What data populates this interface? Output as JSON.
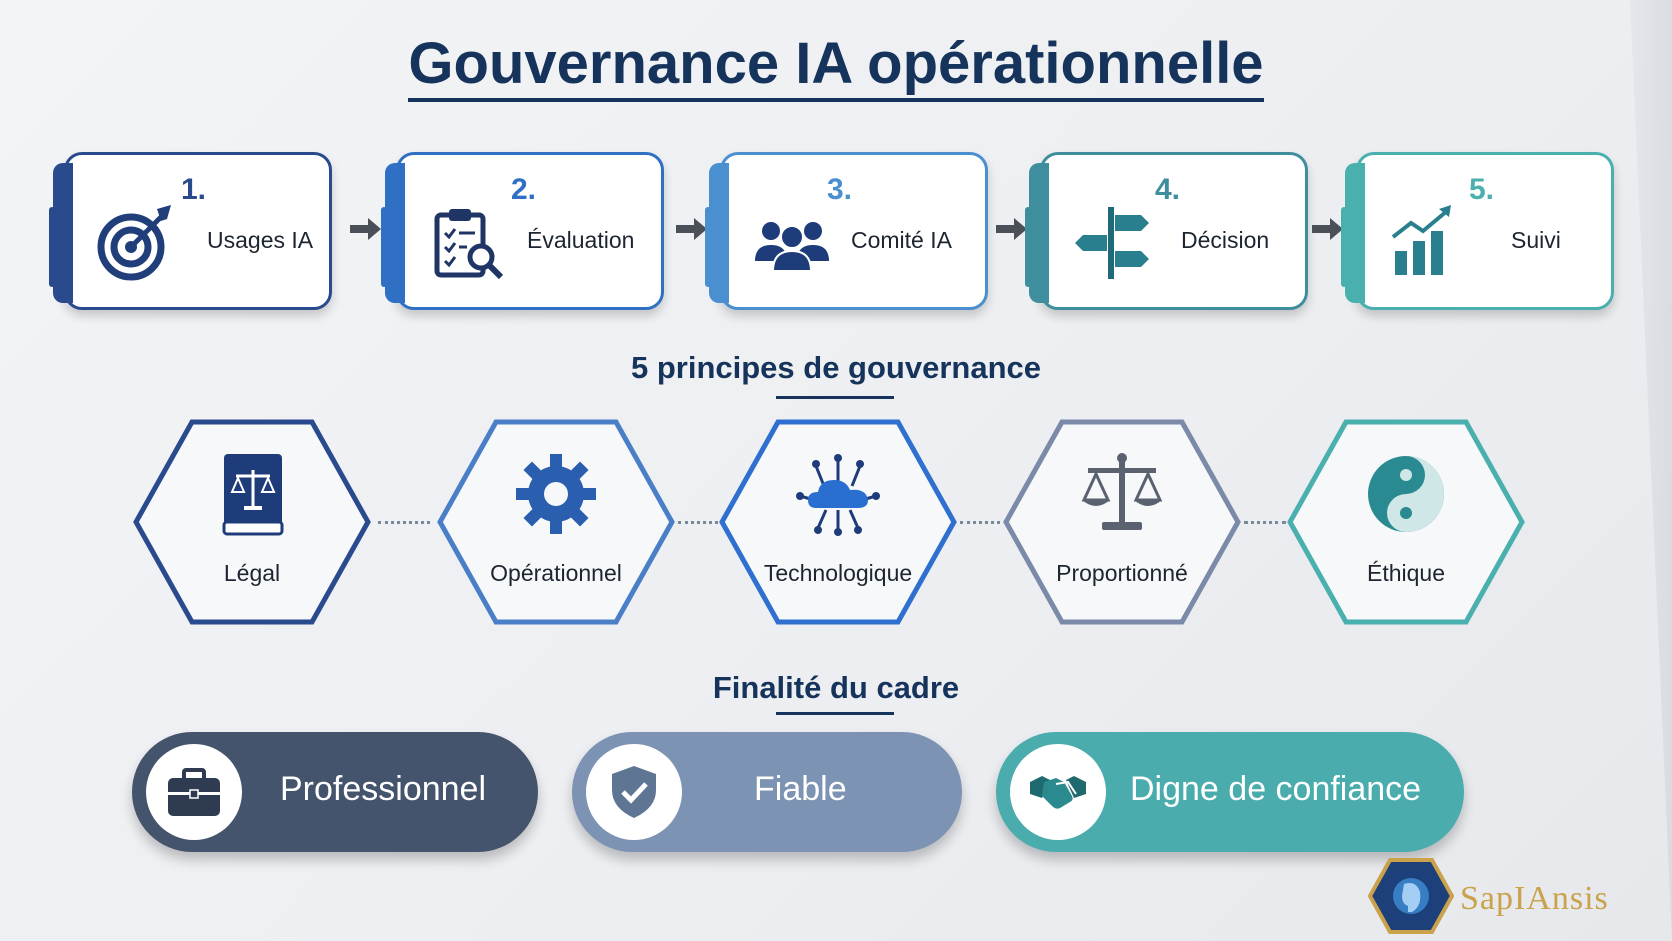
{
  "title": "Gouvernance IA opérationnelle",
  "steps": [
    {
      "number": "1.",
      "label": "Usages IA",
      "icon": "target-icon",
      "color": "#2a4a8e"
    },
    {
      "number": "2.",
      "label": "Évaluation",
      "icon": "clipboard-search-icon",
      "color": "#2f6fc4"
    },
    {
      "number": "3.",
      "label": "Comité IA",
      "icon": "group-icon",
      "color": "#4a8fd0"
    },
    {
      "number": "4.",
      "label": "Décision",
      "icon": "signpost-icon",
      "color": "#3f8e9e"
    },
    {
      "number": "5.",
      "label": "Suivi",
      "icon": "growth-chart-icon",
      "color": "#4ab0ae"
    }
  ],
  "principles_title": "5 principes de gouvernance",
  "principles": [
    {
      "label": "Légal",
      "icon": "law-book-icon",
      "color": "#2a4a8e"
    },
    {
      "label": "Opérationnel",
      "icon": "gear-icon",
      "color": "#4a7fc8"
    },
    {
      "label": "Technologique",
      "icon": "cloud-network-icon",
      "color": "#2f6fd0"
    },
    {
      "label": "Proportionné",
      "icon": "scales-icon",
      "color": "#7a8aa8"
    },
    {
      "label": "Éthique",
      "icon": "yin-yang-icon",
      "color": "#4ab0ae"
    }
  ],
  "purpose_title": "Finalité du cadre",
  "purposes": [
    {
      "label": "Professionnel",
      "icon": "briefcase-icon",
      "color": "#44546c"
    },
    {
      "label": "Fiable",
      "icon": "shield-check-icon",
      "color": "#7d93b3"
    },
    {
      "label": "Digne de confiance",
      "icon": "handshake-icon",
      "color": "#4aacac"
    }
  ],
  "logo_text": "SapIAnsis"
}
